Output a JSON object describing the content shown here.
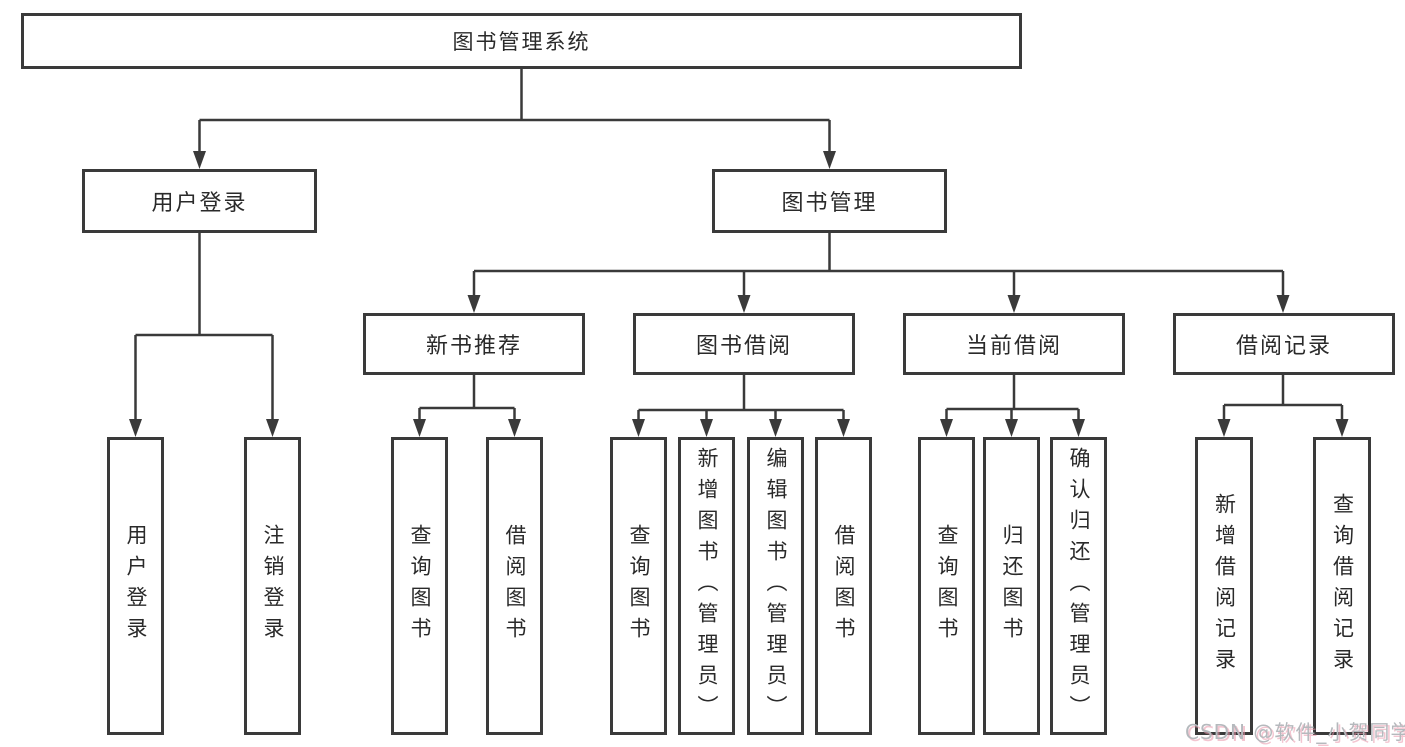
{
  "diagram": {
    "root": {
      "label": "图书管理系统"
    },
    "branches": [
      {
        "label": "用户登录",
        "children": [
          {
            "label": "用户登录"
          },
          {
            "label": "注销登录"
          }
        ]
      },
      {
        "label": "图书管理",
        "children": [
          {
            "label": "新书推荐",
            "children": [
              {
                "label": "查询图书"
              },
              {
                "label": "借阅图书"
              }
            ]
          },
          {
            "label": "图书借阅",
            "children": [
              {
                "label": "查询图书"
              },
              {
                "label": "新增图书（管理员）"
              },
              {
                "label": "编辑图书（管理员）"
              },
              {
                "label": "借阅图书"
              }
            ]
          },
          {
            "label": "当前借阅",
            "children": [
              {
                "label": "查询图书"
              },
              {
                "label": "归还图书"
              },
              {
                "label": "确认归还（管理员）"
              }
            ]
          },
          {
            "label": "借阅记录",
            "children": [
              {
                "label": "新增借阅记录"
              },
              {
                "label": "查询借阅记录"
              }
            ]
          }
        ]
      }
    ]
  },
  "watermark": {
    "text": "CSDN @软件_小贺同学"
  },
  "colors": {
    "line": "#3a3a3a",
    "box_border": "#3a3a3a",
    "text": "#2a2a2a",
    "background": "#ffffff",
    "watermark_text": "#b5b9bd",
    "watermark_shadow": "#e996aa"
  }
}
